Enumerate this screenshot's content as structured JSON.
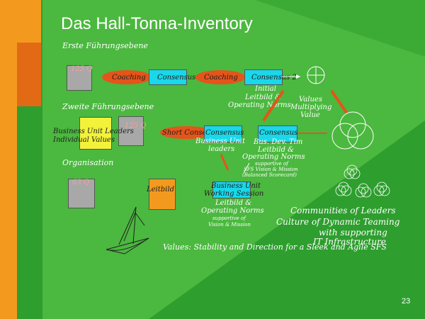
{
  "title": "Das Hall-Tonna-Inventory",
  "labels": {
    "level1": "Erste Führungsebene",
    "level2": "Zweite Führungsebene",
    "org": "Organisation",
    "box1": "125 Q",
    "box2": "125 Q",
    "box3": "63 Q",
    "coaching1": "Coaching",
    "consensus1": "Consensus",
    "coaching2": "Coaching",
    "consensus2": "Consensus 2",
    "initial1": "Initial",
    "initial2": "Leitbild &",
    "initial3": "Operating Norms",
    "values1": "Values",
    "values2": "Multiplying",
    "values3": "Value",
    "bu1": "Business Unit Leaders",
    "bu2": "Individual Values",
    "shortconsensus": "Short Consensus",
    "consensus3": "Consensus",
    "bul1": "Business Unit",
    "bul2": "leaders",
    "consensus4": "Consensus",
    "bdt": "Bus. Dev. Tim",
    "lb1": "Leitbild &",
    "lb2": "Operating Norms",
    "sup1": "supportive of",
    "sup2": "SFS Vision & Mission",
    "sup3": "(Balanced Scorecard)",
    "leitbild": "Leitbild",
    "bws1": "Business Unit",
    "bws2": "Working Session",
    "bws3": "Leitbild &",
    "bws4": "Operating Norms",
    "bws5": "supportive of",
    "bws6": "Vision & Mission",
    "comm": "Communities of Leaders",
    "culture": "Culture of Dynamic Teaming",
    "with": "with supporting",
    "it": "IT Infrastructure",
    "valuesline": "Values: Stability and Direction for a Sleek and Agile SFS",
    "page": "23"
  },
  "colors": {
    "background": "#2e9e2e",
    "orange": "#f39a1e",
    "cyan": "#18d8ea",
    "gray": "#a8a8a8",
    "yellow": "#f2f23a",
    "red_oval": "#e5541a"
  }
}
